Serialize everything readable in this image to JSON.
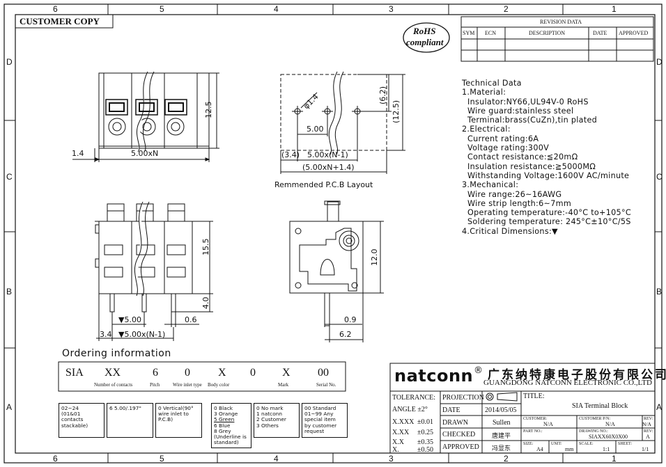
{
  "sheet": {
    "columns": [
      "6",
      "5",
      "4",
      "3",
      "2",
      "1"
    ],
    "rows": [
      "D",
      "C",
      "B",
      "A"
    ],
    "stamp": "CUSTOMER COPY",
    "rohs": [
      "RoHS",
      "compliant"
    ]
  },
  "revision": {
    "title": "REVISION DATA",
    "headers": [
      "SYM",
      "ECN",
      "DESCRIPTION",
      "DATE",
      "APPROVED"
    ]
  },
  "technical_data": [
    "Technical Data",
    "1.Material:",
    "  Insulator:NY66,UL94V-0  RoHS",
    "  Wire guard:stainless  steel",
    "  Terminal:brass(CuZn),tin  plated",
    "2.Electrical:",
    "  Current  rating:6A",
    "  Voltage  rating:300V",
    "  Contact  resistance:≦20mΩ",
    "  Insulation  resistance:≧5000MΩ",
    "  Withstanding  Voltage:1600V  AC/minute",
    "3.Mechanical:",
    "  Wire  range:26~16AWG",
    "  Wire  strip  length:6~7mm",
    "  Operating  temperature:-40°C  to+105°C",
    "  Soldering  temperature:  245°C±10°C/5S",
    "4.Critical  Dimensions:▼"
  ],
  "dimensions": {
    "top_view": {
      "height": "12.5",
      "left": "1.4",
      "pitch": "5.00xN"
    },
    "pcb": {
      "hole": "φ1.4",
      "h1": "(6.2)",
      "h2": "(12.5)",
      "pitch": "5.00",
      "offset": "(3.4)",
      "span": "5.00x(N-1)",
      "total": "(5.00xN+1.4)",
      "caption": "Remmended  P.C.B  Layout"
    },
    "front_view": {
      "height": "15.5",
      "pin": "4.0",
      "pitch": "▼5.00",
      "pin_w": "0.6",
      "left": "3.4",
      "span": "▼5.00x(N-1)"
    },
    "side_view": {
      "height": "12.0",
      "pin_w": "0.9",
      "depth": "6.2"
    }
  },
  "ordering": {
    "title": "Ordering  information",
    "codes": [
      "SIA",
      "XX",
      "6",
      "0",
      "X",
      "0",
      "X",
      "00"
    ],
    "labels": [
      "Number of contacts",
      "Pitch",
      "Wire inlet type",
      "Body color",
      "Mark",
      "Serial No."
    ],
    "boxes": [
      [
        "02~24",
        "(01&01",
        "contacts",
        "stackable)"
      ],
      [
        "6  5.00/.197\""
      ],
      [
        "0 Vertical(90°",
        "wire inlet to",
        "P.C.B)"
      ],
      [
        "0 Black",
        "3 Orange",
        "5 Green",
        "6 Blue",
        "8 Grey",
        "(Underline is",
        "standard)"
      ],
      [
        "0  No  mark",
        "1  natconn",
        "2  Customer",
        "3  Others"
      ],
      [
        "00 Standard",
        "01~99 Any",
        "special item",
        "by customer",
        "request"
      ]
    ]
  },
  "title_block": {
    "brand": "natconn",
    "reg": "®",
    "company_cn": "广东纳特康电子股份有限公司",
    "company_en": "GUANGDONG NATCONN ELECTRONIC CO.,LTD",
    "tolerance": "TOLERANCE:",
    "angle": "ANGLE ±2°",
    "tol_rows": [
      [
        "X.XXX",
        "±0.01"
      ],
      [
        "X.XX",
        "±0.25"
      ],
      [
        "X.X",
        "±0.35"
      ],
      [
        "X.",
        "±0.50"
      ]
    ],
    "projection": "PROJECTION",
    "date_label": "DATE",
    "date": "2014/05/05",
    "drawn_label": "DRAWN",
    "drawn": "Sullen",
    "checked_label": "CHECKED",
    "checked": "唐建平",
    "approved_label": "APPROVED",
    "approved": "冯显东",
    "title_label": "TITLE:",
    "title": "SIA  Terminal Block",
    "customer_label": "CUSTOMER:",
    "customer": "N/A",
    "customer_pn_label": "CUSTOMER P/N:",
    "customer_pn": "N/A",
    "rev_label": "REV:",
    "rev_top": "N/A",
    "part_no_label": "PART NO.:",
    "drawing_no_label": "DRAWING NO.:",
    "drawing_no": "SIAXX60X0X00",
    "rev": "A",
    "size_label": "SIZE:",
    "size": "A4",
    "unit_label": "UNIT:",
    "unit": "mm",
    "scale_label": "SCALE:",
    "scale": "1:1",
    "sheet_label": "SHEET:",
    "sheet": "1/1"
  }
}
